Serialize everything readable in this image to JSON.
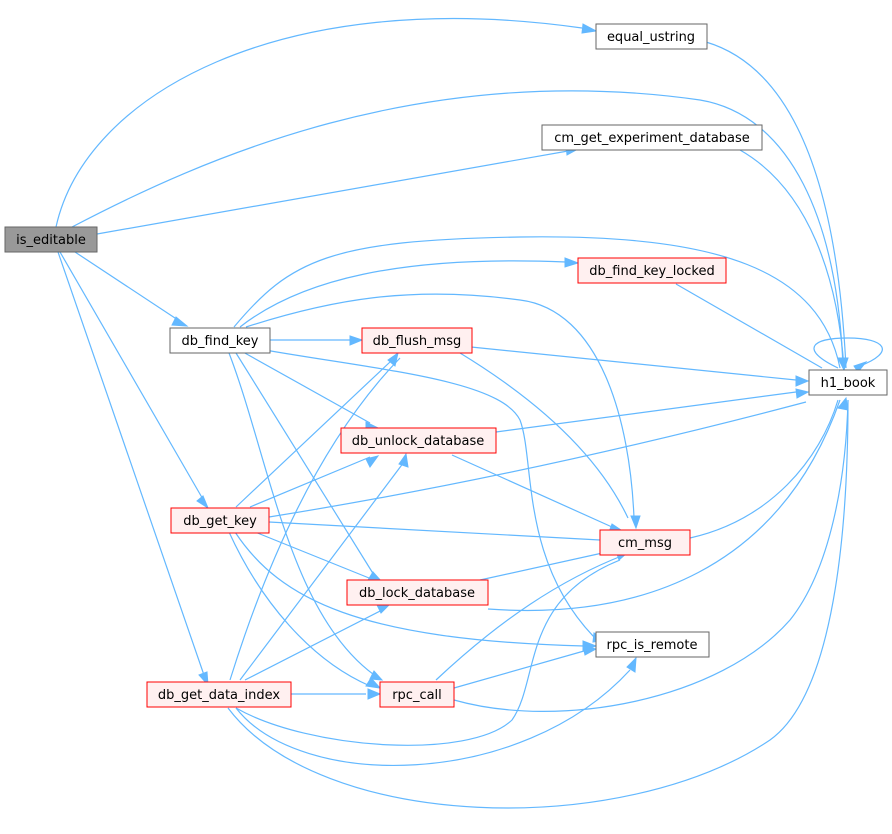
{
  "colors": {
    "edge": "#63b8ff",
    "root_fill": "#999999",
    "plain_border": "#666666",
    "red_border": "#ff0000",
    "red_fill": "#fff0f0"
  },
  "nodes": {
    "is_editable": {
      "label": "is_editable",
      "style": "root"
    },
    "equal_ustring": {
      "label": "equal_ustring",
      "style": "plain"
    },
    "cm_get_experiment_database": {
      "label": "cm_get_experiment_database",
      "style": "plain"
    },
    "db_find_key_locked": {
      "label": "db_find_key_locked",
      "style": "red"
    },
    "db_find_key": {
      "label": "db_find_key",
      "style": "plain"
    },
    "db_flush_msg": {
      "label": "db_flush_msg",
      "style": "red"
    },
    "h1_book": {
      "label": "h1_book",
      "style": "plain"
    },
    "db_unlock_database": {
      "label": "db_unlock_database",
      "style": "red"
    },
    "db_get_key": {
      "label": "db_get_key",
      "style": "red"
    },
    "cm_msg": {
      "label": "cm_msg",
      "style": "red"
    },
    "db_lock_database": {
      "label": "db_lock_database",
      "style": "red"
    },
    "rpc_is_remote": {
      "label": "rpc_is_remote",
      "style": "plain"
    },
    "db_get_data_index": {
      "label": "db_get_data_index",
      "style": "red"
    },
    "rpc_call": {
      "label": "rpc_call",
      "style": "red"
    }
  }
}
